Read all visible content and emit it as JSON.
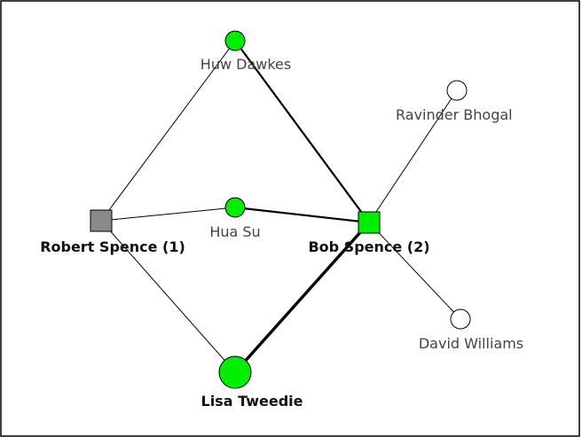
{
  "colors": {
    "highlight": "#00ee00",
    "gray_node": "#8a8a8a",
    "white_node": "#ffffff",
    "stroke": "#000000"
  },
  "nodes": {
    "huw": {
      "label": "Huw Dawkes",
      "shape": "circle",
      "fill": "highlight",
      "bold": false
    },
    "ravinder": {
      "label": "Ravinder Bhogal",
      "shape": "circle",
      "fill": "white_node",
      "bold": false
    },
    "hua": {
      "label": "Hua Su",
      "shape": "circle",
      "fill": "highlight",
      "bold": false
    },
    "robert": {
      "label": "Robert Spence (1)",
      "shape": "square",
      "fill": "gray_node",
      "bold": true
    },
    "bob": {
      "label": "Bob Spence (2)",
      "shape": "square",
      "fill": "highlight",
      "bold": true
    },
    "david": {
      "label": "David Williams",
      "shape": "circle",
      "fill": "white_node",
      "bold": false
    },
    "lisa": {
      "label": "Lisa Tweedie",
      "shape": "circle",
      "fill": "highlight",
      "bold": true
    }
  },
  "edges": [
    {
      "from": "robert",
      "to": "huw",
      "weight": "thin"
    },
    {
      "from": "robert",
      "to": "hua",
      "weight": "thin"
    },
    {
      "from": "robert",
      "to": "lisa",
      "weight": "thin"
    },
    {
      "from": "bob",
      "to": "huw",
      "weight": "medium"
    },
    {
      "from": "bob",
      "to": "hua",
      "weight": "medium"
    },
    {
      "from": "bob",
      "to": "lisa",
      "weight": "heavy"
    },
    {
      "from": "bob",
      "to": "ravinder",
      "weight": "thin"
    },
    {
      "from": "bob",
      "to": "david",
      "weight": "thin"
    }
  ]
}
